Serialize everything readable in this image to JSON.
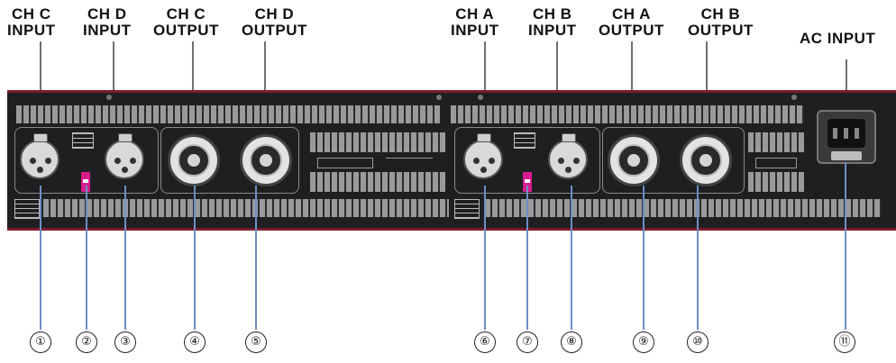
{
  "labels": {
    "ch_c_input": [
      "CH C",
      "INPUT"
    ],
    "ch_d_input": [
      "CH D",
      "INPUT"
    ],
    "ch_c_output": [
      "CH C",
      "OUTPUT"
    ],
    "ch_d_output": [
      "CH D",
      "OUTPUT"
    ],
    "ch_a_input": [
      "CH A",
      "INPUT"
    ],
    "ch_b_input": [
      "CH B",
      "INPUT"
    ],
    "ch_a_output": [
      "CH A",
      "OUTPUT"
    ],
    "ch_b_output": [
      "CH B",
      "OUTPUT"
    ],
    "ac_input": [
      "AC INPUT"
    ]
  },
  "callouts": [
    "①",
    "②",
    "③",
    "④",
    "⑤",
    "⑥",
    "⑦",
    "⑧",
    "⑨",
    "⑩",
    "⑪"
  ],
  "colors": {
    "panel": "#1f1f21",
    "trim": "#7a1c2a",
    "callout_line": "#6c8fc6",
    "switch": "#d81b8c"
  }
}
